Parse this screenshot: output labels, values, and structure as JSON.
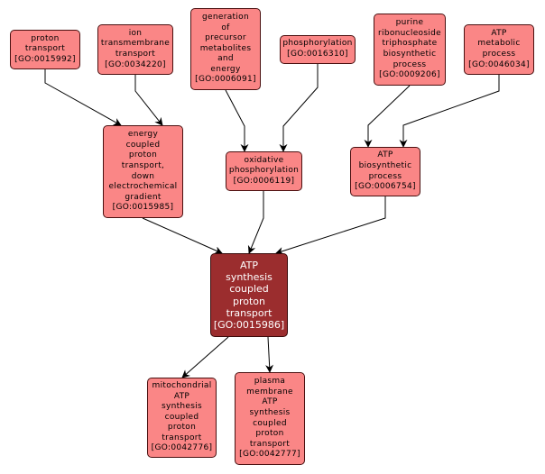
{
  "colors": {
    "node_fill": "#fa8686",
    "selected_fill": "#9b2d2e",
    "edge": "#000000",
    "background": "#ffffff"
  },
  "nodes": {
    "proton_transport": {
      "lines": [
        "proton",
        "transport"
      ],
      "id": "[GO:0015992]"
    },
    "ion_transmembrane_transport": {
      "lines": [
        "ion",
        "transmembrane",
        "transport"
      ],
      "id": "[GO:0034220]"
    },
    "generation_precursor": {
      "lines": [
        "generation",
        "of",
        "precursor",
        "metabolites",
        "and",
        "energy"
      ],
      "id": "[GO:0006091]"
    },
    "phosphorylation": {
      "lines": [
        "phosphorylation"
      ],
      "id": "[GO:0016310]"
    },
    "purine_ribonucleoside": {
      "lines": [
        "purine",
        "ribonucleoside",
        "triphosphate",
        "biosynthetic",
        "process"
      ],
      "id": "[GO:0009206]"
    },
    "atp_metabolic": {
      "lines": [
        "ATP",
        "metabolic",
        "process"
      ],
      "id": "[GO:0046034]"
    },
    "energy_coupled": {
      "lines": [
        "energy",
        "coupled",
        "proton",
        "transport,",
        "down",
        "electrochemical",
        "gradient"
      ],
      "id": "[GO:0015985]"
    },
    "oxidative_phosphorylation": {
      "lines": [
        "oxidative",
        "phosphorylation"
      ],
      "id": "[GO:0006119]"
    },
    "atp_biosynthetic": {
      "lines": [
        "ATP",
        "biosynthetic",
        "process"
      ],
      "id": "[GO:0006754]"
    },
    "atp_synthesis_coupled": {
      "lines": [
        "ATP",
        "synthesis",
        "coupled",
        "proton",
        "transport"
      ],
      "id": "[GO:0015986]"
    },
    "mitochondrial": {
      "lines": [
        "mitochondrial",
        "ATP",
        "synthesis",
        "coupled",
        "proton",
        "transport"
      ],
      "id": "[GO:0042776]"
    },
    "plasma_membrane": {
      "lines": [
        "plasma",
        "membrane",
        "ATP",
        "synthesis",
        "coupled",
        "proton",
        "transport"
      ],
      "id": "[GO:0042777]"
    }
  },
  "edges": [
    {
      "from": "proton_transport",
      "to": "energy_coupled"
    },
    {
      "from": "ion_transmembrane_transport",
      "to": "energy_coupled"
    },
    {
      "from": "generation_precursor",
      "to": "oxidative_phosphorylation"
    },
    {
      "from": "phosphorylation",
      "to": "oxidative_phosphorylation"
    },
    {
      "from": "purine_ribonucleoside",
      "to": "atp_biosynthetic"
    },
    {
      "from": "atp_metabolic",
      "to": "atp_biosynthetic"
    },
    {
      "from": "energy_coupled",
      "to": "atp_synthesis_coupled"
    },
    {
      "from": "oxidative_phosphorylation",
      "to": "atp_synthesis_coupled"
    },
    {
      "from": "atp_biosynthetic",
      "to": "atp_synthesis_coupled"
    },
    {
      "from": "atp_synthesis_coupled",
      "to": "mitochondrial"
    },
    {
      "from": "atp_synthesis_coupled",
      "to": "plasma_membrane"
    }
  ]
}
